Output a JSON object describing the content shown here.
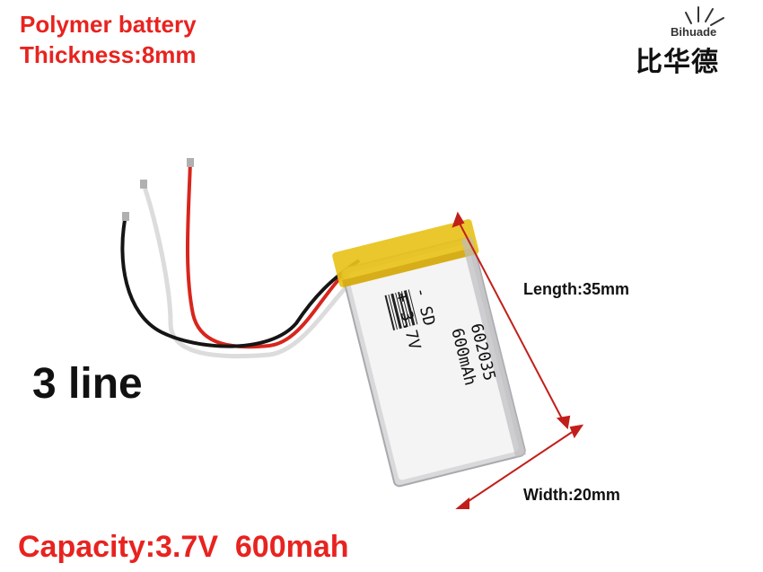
{
  "header": {
    "line1": "Polymer battery",
    "line2": "Thickness:8mm"
  },
  "logo": {
    "en": "Bihuade",
    "cn": "比华德"
  },
  "dimensions": {
    "length": "Length:35mm",
    "width": "Width:20mm"
  },
  "wires_label": "3 line",
  "capacity": "Capacity:3.7V  600mah",
  "battery_label": {
    "code": "602035",
    "polarity_minus": "- SD",
    "voltage": "+ 3.7V",
    "capacity": "600mAh"
  },
  "colors": {
    "accent_red": "#e8231f",
    "tape_yellow": "#e8c21a",
    "wire_red": "#d8251d",
    "wire_black": "#151515"
  }
}
